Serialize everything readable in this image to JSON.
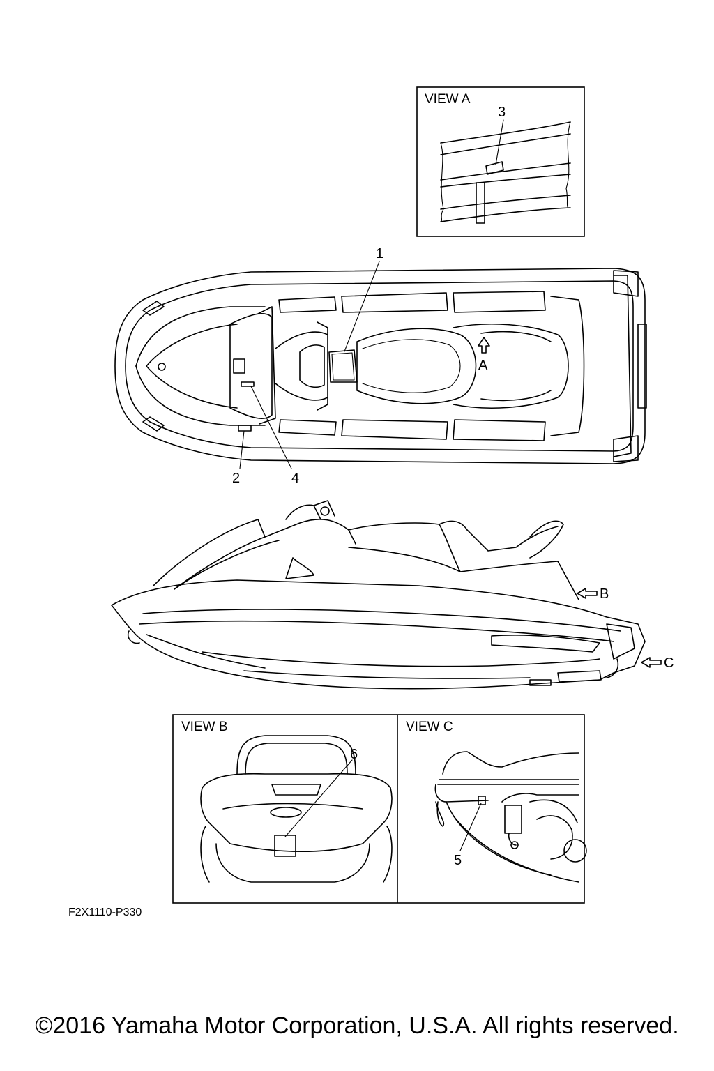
{
  "views": {
    "a": {
      "title": "VIEW A"
    },
    "b": {
      "title": "VIEW B"
    },
    "c": {
      "title": "VIEW C"
    }
  },
  "callouts": [
    "1",
    "2",
    "3",
    "4",
    "5",
    "6"
  ],
  "view_markers": {
    "a": "A",
    "b": "B",
    "c": "C"
  },
  "figure_code": "F2X1110-P330",
  "copyright": "©2016 Yamaha Motor Corporation, U.S.A. All rights reserved."
}
